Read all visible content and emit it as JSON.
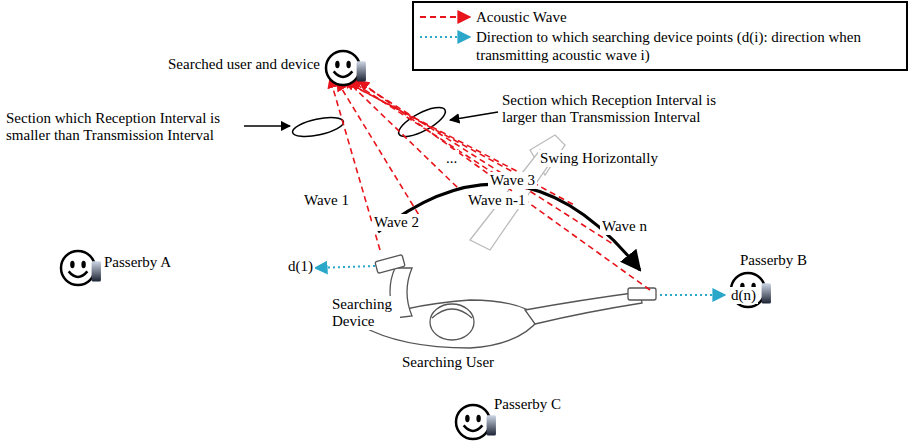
{
  "diagram": {
    "labels": [
      "Searched user and device",
      "Section which Reception Interval is smaller than Transmission Interval",
      "Section which Reception Interval is larger than Transmission Interval",
      "Wave 1",
      "Wave 2",
      "Wave 3",
      "...",
      "Wave n-1",
      "Wave n",
      "Swing Horizontally",
      "Passerby A",
      "Passerby B",
      "Passerby C",
      "d(1)",
      "d(n)",
      "Searching Device",
      "Searching User"
    ],
    "legend": [
      {
        "text": "Acoustic Wave"
      },
      {
        "text": "Direction to which searching device points (d(i): direction when transmitting acoustic wave i)"
      }
    ]
  }
}
